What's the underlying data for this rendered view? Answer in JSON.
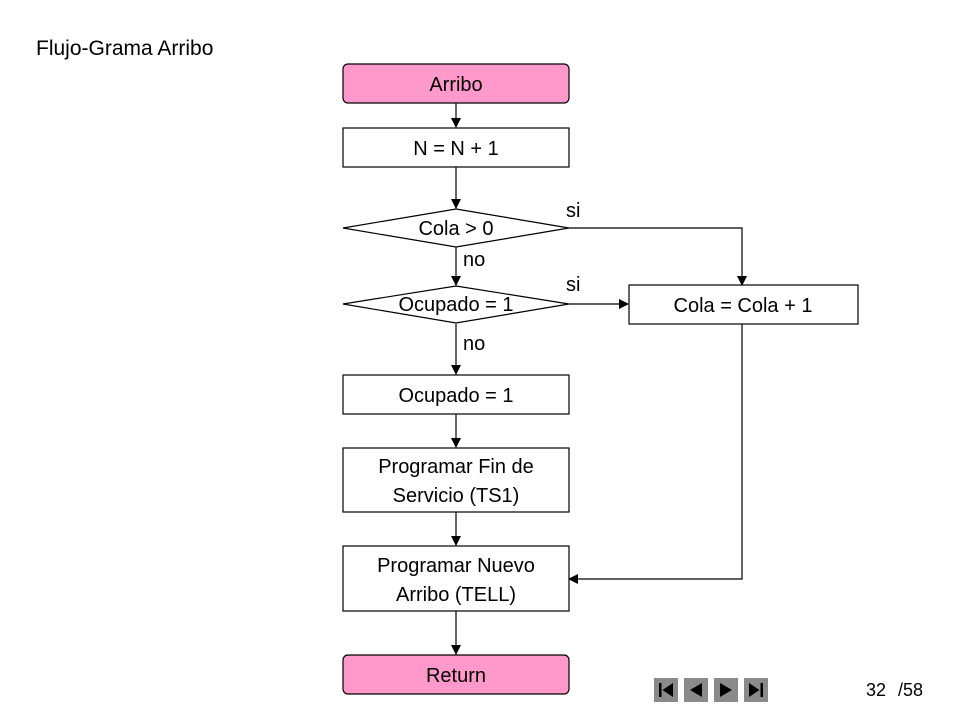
{
  "title": "Flujo-Grama Arribo",
  "colors": {
    "terminal_fill": "#ff99cc",
    "box_fill": "#ffffff",
    "stroke": "#000000",
    "nav_button": "#8a8a8a"
  },
  "nodes": {
    "start": "Arribo",
    "increment_n": "N = N + 1",
    "check_queue": "Cola > 0",
    "check_busy": "Ocupado = 1",
    "enqueue": "Cola = Cola + 1",
    "set_busy": "Ocupado = 1",
    "schedule_end_line1": "Programar Fin de",
    "schedule_end_line2": "Servicio (TS1)",
    "schedule_arrival_line1": "Programar Nuevo",
    "schedule_arrival_line2": "Arribo (TELL)",
    "end": "Return"
  },
  "edge_labels": {
    "queue_yes": "si",
    "queue_no": "no",
    "busy_yes": "si",
    "busy_no": "no"
  },
  "pagination": {
    "current": "32",
    "total": "/58",
    "buttons": [
      "first-icon",
      "previous-icon",
      "next-icon",
      "last-icon"
    ]
  }
}
